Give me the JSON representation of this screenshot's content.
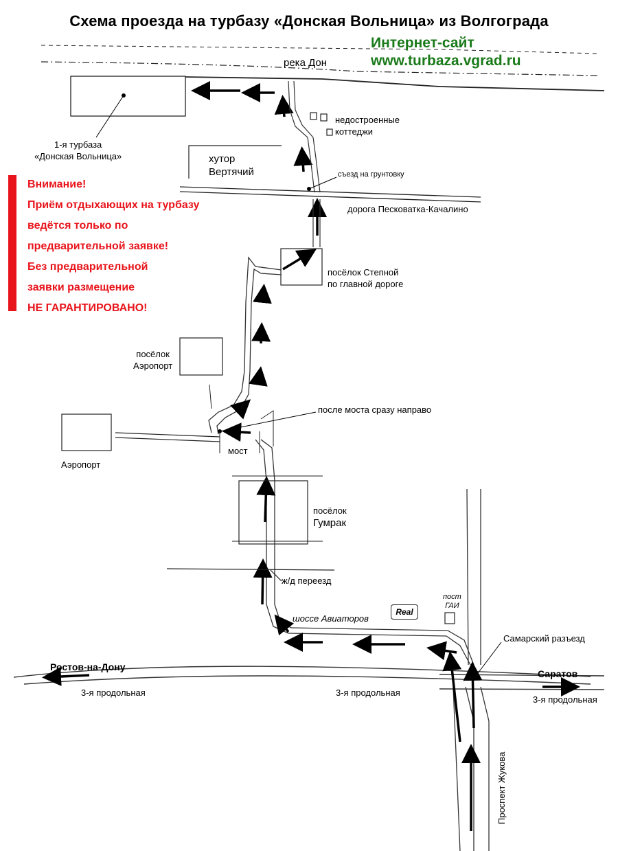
{
  "title": "Схема проезда на турбазу «Донская Вольница» из Волгограда",
  "website": {
    "line1": "Интернет-сайт",
    "line2": "www.turbaza.vgrad.ru",
    "color": "#1a7a1a"
  },
  "notice": {
    "color": "#e8141b",
    "line1": "Внимание!",
    "line2": "Приём отдыхающих на турбазу",
    "line3": "ведётся только по",
    "line4": "предварительной заявке!",
    "line5": "Без предварительной",
    "line6": "заявки размещение",
    "line7": "НЕ ГАРАНТИРОВАНО!"
  },
  "labels": {
    "river": "река Дон",
    "base_line1": "1-я турбаза",
    "base_line2": "«Донская Вольница»",
    "cottages_line1": "недостроенные",
    "cottages_line2": "коттеджи",
    "khutor_line1": "хутор",
    "khutor_line2": "Вертячий",
    "dirt_road_exit": "съезд на грунтовку",
    "road_peskovatka": "дорога Песковатка-Качалино",
    "stepnoy_line1": "посёлок Степной",
    "stepnoy_line2": "по главной дороге",
    "airport_village_line1": "посёлок",
    "airport_village_line2": "Аэропорт",
    "after_bridge": "после моста сразу направо",
    "airport": "Аэропорт",
    "bridge": "мост",
    "gumrak_line1": "посёлок",
    "gumrak_line2": "Гумрак",
    "railway_crossing": "ж/д переезд",
    "aviators_highway": "шоссе Авиаторов",
    "real_store": "Real",
    "gai_line1": "пост",
    "gai_line2": "ГАИ",
    "samarsky": "Самарский разъезд",
    "rostov": "Ростов-на-Дону",
    "saratov": "Саратов",
    "prodolnaya_left": "3-я продольная",
    "prodolnaya_mid": "3-я продольная",
    "prodolnaya_right": "3-я продольная",
    "zhukova": "Проспект Жукова"
  }
}
